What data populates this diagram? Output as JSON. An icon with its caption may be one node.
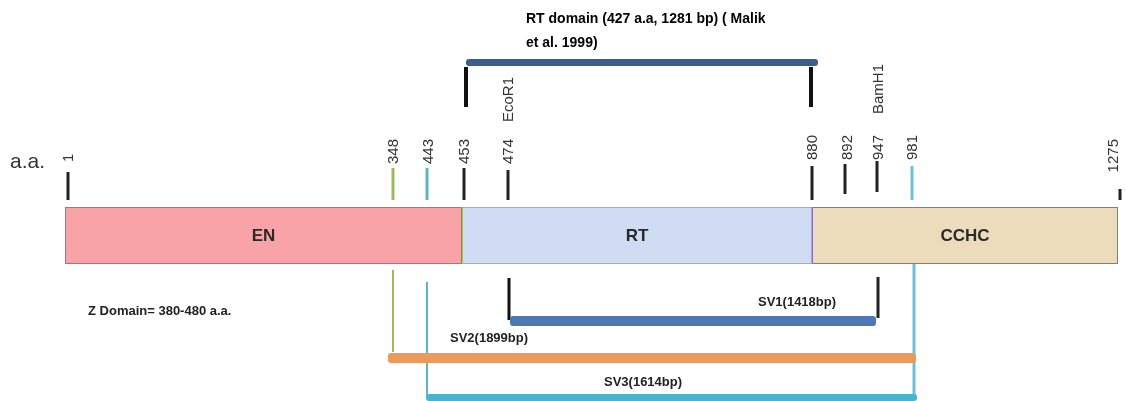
{
  "diagram": {
    "nodes": [
      {
        "text": [
          "RT domain (427 a.a, 1281 bp) ( Malik et al. 1999)"
        ]
      },
      {
        "text": [
          "EN"
        ]
      },
      {
        "text": [
          "RT"
        ]
      },
      {
        "text": [
          "CCHC"
        ]
      },
      {
        "text": [
          "SV1(1418bp)"
        ]
      },
      {
        "text": [
          "SV2(1899bp)"
        ]
      },
      {
        "text": [
          "SV3(1614bp)"
        ]
      }
    ],
    "edges": [],
    "labels": [
      "a.a.",
      "1",
      "348",
      "443",
      "453",
      "474",
      "EcoR1",
      "880",
      "892",
      "947",
      "BamH1",
      "981",
      "1275",
      "Z Domain= 380-480 a.a."
    ]
  }
}
